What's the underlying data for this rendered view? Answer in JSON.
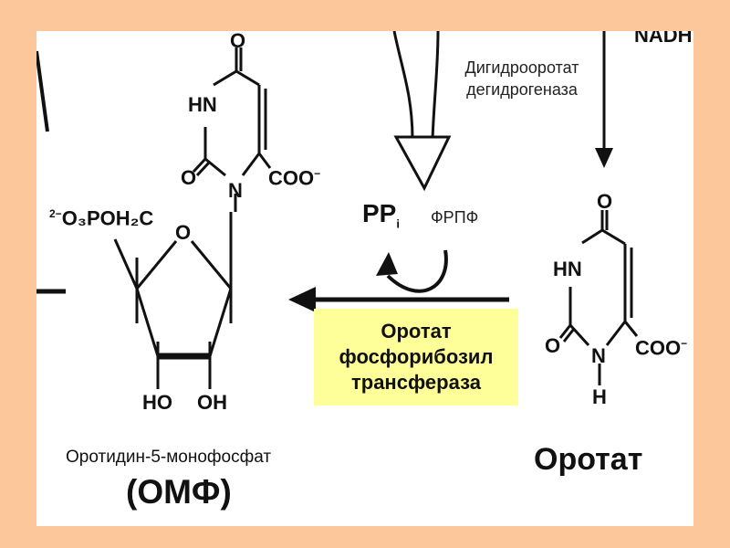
{
  "enzyme_top": {
    "line1": "Дигидрооротат",
    "line2": "дегидрогеназа"
  },
  "cofactor": "NADH",
  "byproduct": {
    "main": "PP",
    "sub": "i"
  },
  "substrate": "ФРПФ",
  "enzyme_box": {
    "line1": "Оротат",
    "line2": "фосфорибозил",
    "line3": "трансфераза"
  },
  "product": {
    "name": "Оротидин-5-монофосфат",
    "abbr": "(ОМФ)"
  },
  "orotate": {
    "title": "Оротат"
  },
  "atoms": {
    "o": "O",
    "hn": "HN",
    "n": "N",
    "h": "H",
    "coo": "COO",
    "charge": "−",
    "phosphate_charge": "2−",
    "phosphate_rest": "O₃POH₂C",
    "ho": "HO",
    "oh": "OH"
  },
  "colors": {
    "background": "#fcc89b",
    "slide": "#ffffff",
    "enzyme_box": "#ffff99"
  }
}
